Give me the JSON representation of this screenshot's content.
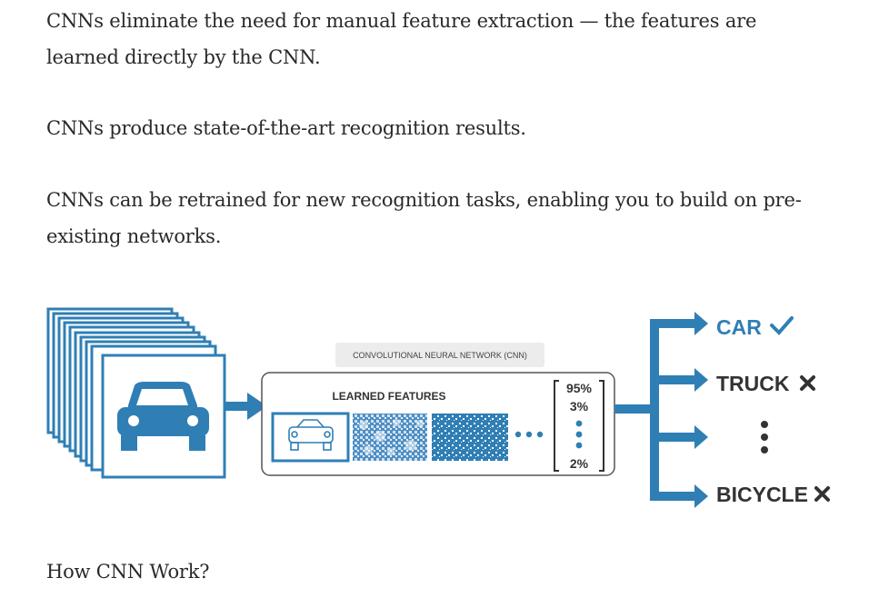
{
  "article": {
    "paragraphs": [
      "CNNs eliminate the need for manual feature extraction — the features are learned directly by the CNN.",
      "CNNs produce state-of-the-art recognition results.",
      "CNNs can be retrained for new recognition tasks, enabling you to build on pre-existing networks."
    ],
    "heading": "How CNN Work?"
  },
  "figure": {
    "cnn_label": "CONVOLUTIONAL NEURAL NETWORK (CNN)",
    "learned_features_label": "LEARNED FEATURES",
    "probabilities": [
      "95%",
      "3%",
      "2%"
    ],
    "classes": [
      {
        "label": "CAR",
        "mark": "✔",
        "mark_icon": "check-icon"
      },
      {
        "label": "TRUCK",
        "mark": "✖",
        "mark_icon": "cross-icon"
      },
      {
        "label": "BICYCLE",
        "mark": "✖",
        "mark_icon": "cross-icon"
      }
    ],
    "colors": {
      "primary_blue": "#2f7fb5",
      "box_gray": "#ececec",
      "border_gray": "#555555",
      "label_dark": "#333333"
    }
  }
}
